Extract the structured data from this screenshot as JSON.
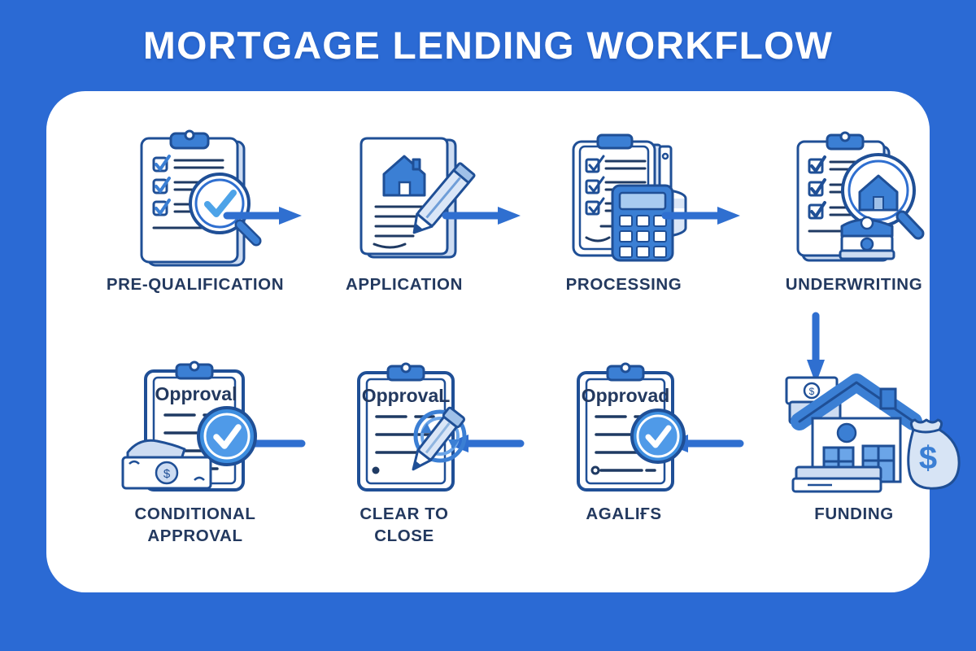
{
  "header": {
    "title": "MORTGAGE LENDING WORKFLOW"
  },
  "theme": {
    "background": "#2b6ad4",
    "card_background": "#ffffff",
    "label_color": "#23395f",
    "arrow_color": "#2f6fd0",
    "icon_outline": "#1f4f96",
    "icon_fill_primary": "#3b7fd4",
    "icon_fill_light": "#cddcf2",
    "check_badge": "#3d8ee0",
    "title_color": "#ffffff"
  },
  "workflow": {
    "rows": [
      {
        "direction": "left-to-right",
        "steps": [
          {
            "id": "pre-qualification",
            "label": "PRE-QUALIFICATION",
            "icon": "clipboard-checklist-magnifier-check-icon"
          },
          {
            "id": "application",
            "label": "APPLICATION",
            "icon": "document-house-pencil-icon"
          },
          {
            "id": "processing",
            "label": "PROCESSING",
            "icon": "clipboard-calculator-coins-icon"
          },
          {
            "id": "underwriting",
            "label": "UNDERWRITING",
            "icon": "clipboard-magnifier-house-money-icon"
          }
        ]
      },
      {
        "direction": "right-to-left",
        "steps": [
          {
            "id": "funding",
            "label": "FUNDING",
            "icon": "house-money-bag-cash-icon"
          },
          {
            "id": "agalins",
            "label": "AGALIҒS",
            "icon": "clipboard-approval-check-badge-icon",
            "document_text": "Opprovad"
          },
          {
            "id": "clear-to-close",
            "label": "CLEAR TO\nCLOSE",
            "icon": "clipboard-approval-pen-stamp-icon",
            "document_text": "OpprovaL"
          },
          {
            "id": "conditional-approval",
            "label": "CONDITIONAL\nAPPROVAL",
            "icon": "clipboard-approval-check-cash-icon",
            "document_text": "Opproval"
          }
        ]
      }
    ],
    "connectors": [
      {
        "id": "arrow-prequal-to-application",
        "type": "arrow-right-icon"
      },
      {
        "id": "arrow-application-to-processing",
        "type": "arrow-right-icon"
      },
      {
        "id": "arrow-processing-to-underwriting",
        "type": "arrow-right-icon"
      },
      {
        "id": "arrow-underwriting-to-funding",
        "type": "arrow-down-icon"
      },
      {
        "id": "arrow-funding-to-agalins",
        "type": "arrow-left-icon"
      },
      {
        "id": "arrow-agalins-to-clear-to-close",
        "type": "arrow-left-icon"
      },
      {
        "id": "arrow-clear-to-close-to-conditional-approval",
        "type": "arrow-left-icon"
      }
    ]
  }
}
